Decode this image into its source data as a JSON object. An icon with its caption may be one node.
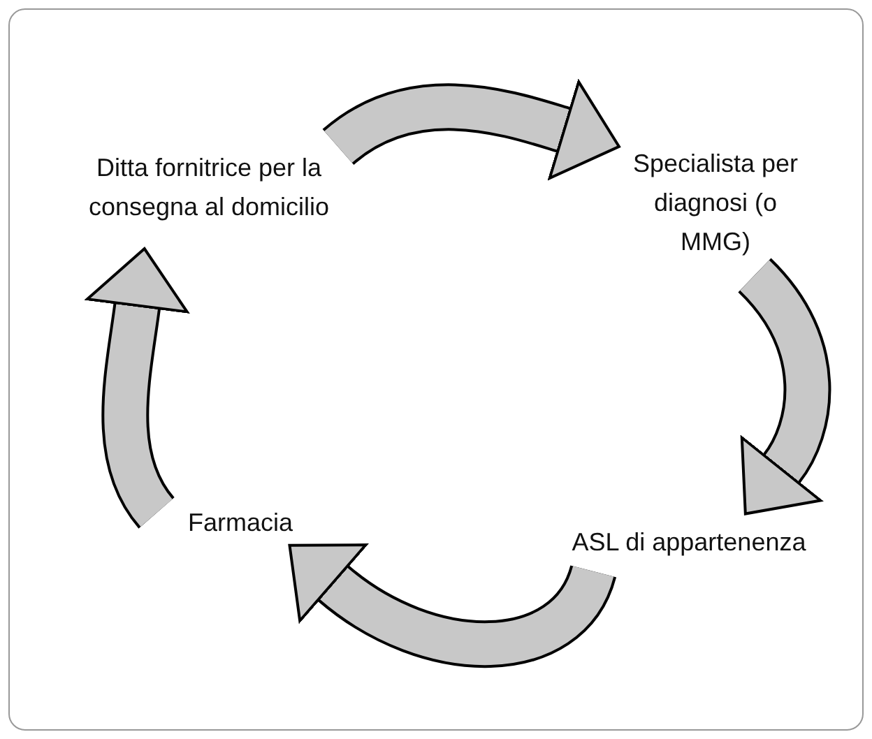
{
  "diagram": {
    "nodes": [
      {
        "text": [
          "Ditta fornitrice per la consegna al domicilio"
        ]
      },
      {
        "text": [
          "Specialista per diagnosi (o MMG)"
        ]
      },
      {
        "text": [
          "ASL di appartenenza"
        ]
      },
      {
        "text": [
          "Farmacia"
        ]
      }
    ],
    "edges": [
      {
        "from": 0,
        "to": 1,
        "arrow": "to"
      },
      {
        "from": 1,
        "to": 2,
        "arrow": "to"
      },
      {
        "from": 2,
        "to": 3,
        "arrow": "to"
      },
      {
        "from": 3,
        "to": 0,
        "arrow": "to"
      }
    ]
  }
}
